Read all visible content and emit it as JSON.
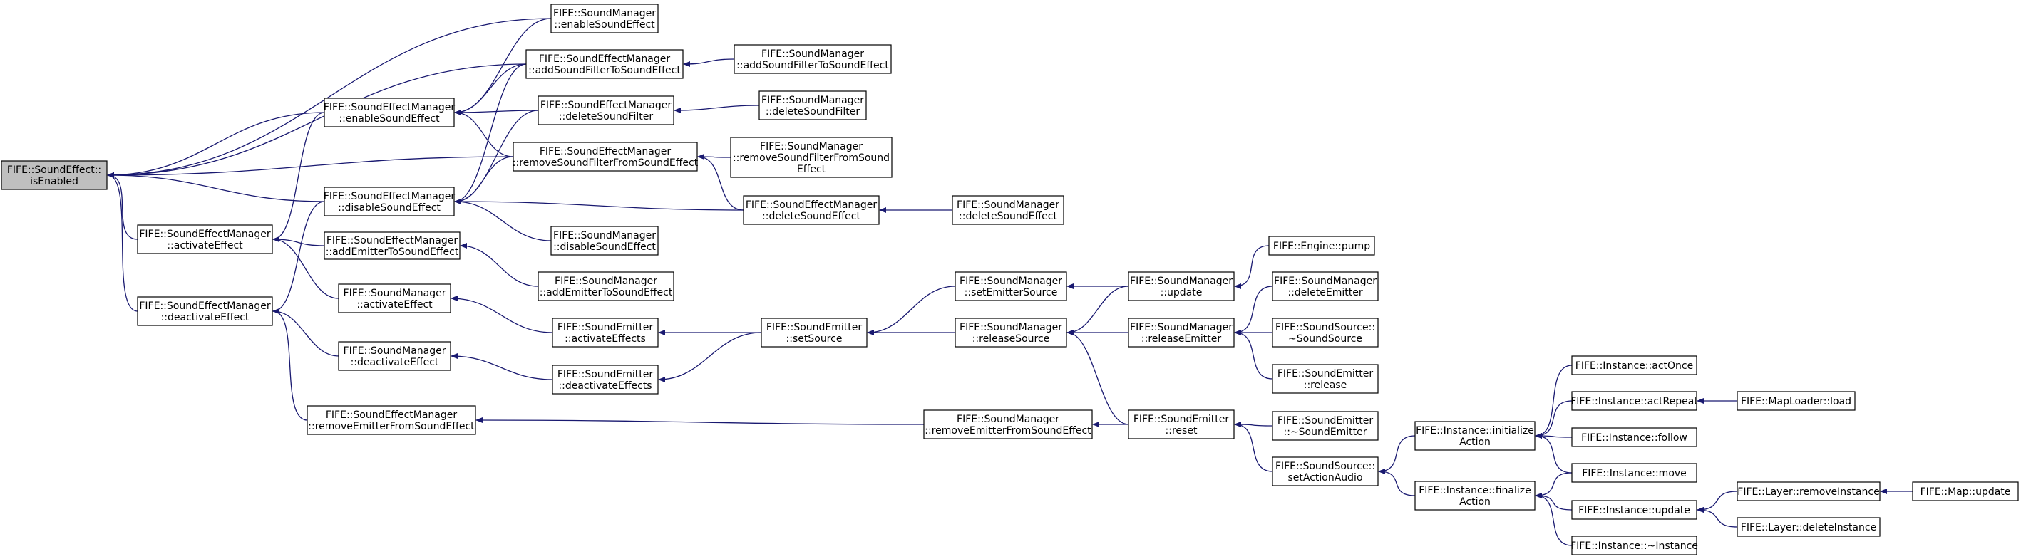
{
  "colors": {
    "edge": "#191970",
    "box_fill": "#ffffff",
    "highlight_fill": "#bfbfbf",
    "text": "#000000"
  },
  "nodes": {
    "isEnabled": {
      "lines": [
        "FIFE::SoundEffect::",
        "isEnabled"
      ],
      "highlight": true
    },
    "sem_enableSoundEffect": {
      "lines": [
        "FIFE::SoundEffectManager",
        "::enableSoundEffect"
      ]
    },
    "sem_disableSoundEffect": {
      "lines": [
        "FIFE::SoundEffectManager",
        "::disableSoundEffect"
      ]
    },
    "sem_activateEffect": {
      "lines": [
        "FIFE::SoundEffectManager",
        "::activateEffect"
      ]
    },
    "sem_deactivateEffect": {
      "lines": [
        "FIFE::SoundEffectManager",
        "::deactivateEffect"
      ]
    },
    "sem_addEmitterToSoundEffect": {
      "lines": [
        "FIFE::SoundEffectManager",
        "::addEmitterToSoundEffect"
      ]
    },
    "sem_removeEmitterFromSoundEffect": {
      "lines": [
        "FIFE::SoundEffectManager",
        "::removeEmitterFromSoundEffect"
      ]
    },
    "sm_activateEffect": {
      "lines": [
        "FIFE::SoundManager",
        "::activateEffect"
      ]
    },
    "sm_deactivateEffect": {
      "lines": [
        "FIFE::SoundManager",
        "::deactivateEffect"
      ]
    },
    "sm_enableSoundEffect": {
      "lines": [
        "FIFE::SoundManager",
        "::enableSoundEffect"
      ]
    },
    "sem_addSoundFilterToSoundEffect": {
      "lines": [
        "FIFE::SoundEffectManager",
        "::addSoundFilterToSoundEffect"
      ]
    },
    "sem_deleteSoundFilter": {
      "lines": [
        "FIFE::SoundEffectManager",
        "::deleteSoundFilter"
      ]
    },
    "sem_removeSoundFilterFromSoundEffect": {
      "lines": [
        "FIFE::SoundEffectManager",
        "::removeSoundFilterFromSoundEffect"
      ]
    },
    "sm_disableSoundEffect": {
      "lines": [
        "FIFE::SoundManager",
        "::disableSoundEffect"
      ]
    },
    "sm_addEmitterToSoundEffect": {
      "lines": [
        "FIFE::SoundManager",
        "::addEmitterToSoundEffect"
      ]
    },
    "se_activateEffects": {
      "lines": [
        "FIFE::SoundEmitter",
        "::activateEffects"
      ]
    },
    "se_deactivateEffects": {
      "lines": [
        "FIFE::SoundEmitter",
        "::deactivateEffects"
      ]
    },
    "sm_addSoundFilterToSoundEffect": {
      "lines": [
        "FIFE::SoundManager",
        "::addSoundFilterToSoundEffect"
      ]
    },
    "sm_deleteSoundFilter": {
      "lines": [
        "FIFE::SoundManager",
        "::deleteSoundFilter"
      ]
    },
    "sm_removeSoundFilterFromSoundEffect": {
      "lines": [
        "FIFE::SoundManager",
        "::removeSoundFilterFromSound",
        "Effect"
      ]
    },
    "sem_deleteSoundEffect": {
      "lines": [
        "FIFE::SoundEffectManager",
        "::deleteSoundEffect"
      ]
    },
    "se_setSource": {
      "lines": [
        "FIFE::SoundEmitter",
        "::setSource"
      ]
    },
    "sm_removeEmitterFromSoundEffect": {
      "lines": [
        "FIFE::SoundManager",
        "::removeEmitterFromSoundEffect"
      ]
    },
    "sm_deleteSoundEffect": {
      "lines": [
        "FIFE::SoundManager",
        "::deleteSoundEffect"
      ]
    },
    "sm_setEmitterSource": {
      "lines": [
        "FIFE::SoundManager",
        "::setEmitterSource"
      ]
    },
    "sm_releaseSource": {
      "lines": [
        "FIFE::SoundManager",
        "::releaseSource"
      ]
    },
    "sm_update": {
      "lines": [
        "FIFE::SoundManager",
        "::update"
      ]
    },
    "sm_releaseEmitter": {
      "lines": [
        "FIFE::SoundManager",
        "::releaseEmitter"
      ]
    },
    "se_reset": {
      "lines": [
        "FIFE::SoundEmitter",
        "::reset"
      ]
    },
    "engine_pump": {
      "lines": [
        "FIFE::Engine::pump"
      ]
    },
    "sm_deleteEmitter": {
      "lines": [
        "FIFE::SoundManager",
        "::deleteEmitter"
      ]
    },
    "ss_dtor": {
      "lines": [
        "FIFE::SoundSource::",
        "~SoundSource"
      ]
    },
    "se_release": {
      "lines": [
        "FIFE::SoundEmitter",
        "::release"
      ]
    },
    "se_dtor": {
      "lines": [
        "FIFE::SoundEmitter",
        "::~SoundEmitter"
      ]
    },
    "ss_setActionAudio": {
      "lines": [
        "FIFE::SoundSource::",
        "setActionAudio"
      ]
    },
    "inst_initializeAction": {
      "lines": [
        "FIFE::Instance::initialize",
        "Action"
      ]
    },
    "inst_finalizeAction": {
      "lines": [
        "FIFE::Instance::finalize",
        "Action"
      ]
    },
    "inst_actOnce": {
      "lines": [
        "FIFE::Instance::actOnce"
      ]
    },
    "inst_actRepeat": {
      "lines": [
        "FIFE::Instance::actRepeat"
      ]
    },
    "inst_follow": {
      "lines": [
        "FIFE::Instance::follow"
      ]
    },
    "inst_move": {
      "lines": [
        "FIFE::Instance::move"
      ]
    },
    "inst_update": {
      "lines": [
        "FIFE::Instance::update"
      ]
    },
    "inst_dtor": {
      "lines": [
        "FIFE::Instance::~Instance"
      ]
    },
    "maploader_load": {
      "lines": [
        "FIFE::MapLoader::load"
      ]
    },
    "layer_removeInstance": {
      "lines": [
        "FIFE::Layer::removeInstance"
      ]
    },
    "layer_deleteInstance": {
      "lines": [
        "FIFE::Layer::deleteInstance"
      ]
    },
    "map_update": {
      "lines": [
        "FIFE::Map::update"
      ]
    }
  },
  "edges": [
    [
      "sem_enableSoundEffect",
      "isEnabled"
    ],
    [
      "sem_disableSoundEffect",
      "isEnabled"
    ],
    [
      "sem_activateEffect",
      "isEnabled"
    ],
    [
      "sem_deactivateEffect",
      "isEnabled"
    ],
    [
      "sm_enableSoundEffect",
      "isEnabled"
    ],
    [
      "sem_addSoundFilterToSoundEffect",
      "isEnabled"
    ],
    [
      "sem_removeSoundFilterFromSoundEffect",
      "isEnabled"
    ],
    [
      "sem_enableSoundEffect",
      "sem_activateEffect"
    ],
    [
      "sem_disableSoundEffect",
      "sem_deactivateEffect"
    ],
    [
      "sem_addEmitterToSoundEffect",
      "sem_activateEffect"
    ],
    [
      "sm_activateEffect",
      "sem_activateEffect"
    ],
    [
      "sm_deactivateEffect",
      "sem_deactivateEffect"
    ],
    [
      "sem_removeEmitterFromSoundEffect",
      "sem_deactivateEffect"
    ],
    [
      "sm_enableSoundEffect",
      "sem_enableSoundEffect"
    ],
    [
      "sem_addSoundFilterToSoundEffect",
      "sem_enableSoundEffect"
    ],
    [
      "sem_deleteSoundFilter",
      "sem_enableSoundEffect"
    ],
    [
      "sem_removeSoundFilterFromSoundEffect",
      "sem_enableSoundEffect"
    ],
    [
      "sem_addSoundFilterToSoundEffect",
      "sem_disableSoundEffect"
    ],
    [
      "sem_deleteSoundFilter",
      "sem_disableSoundEffect"
    ],
    [
      "sem_removeSoundFilterFromSoundEffect",
      "sem_disableSoundEffect"
    ],
    [
      "sem_deleteSoundEffect",
      "sem_disableSoundEffect"
    ],
    [
      "sm_disableSoundEffect",
      "sem_disableSoundEffect"
    ],
    [
      "sm_addSoundFilterToSoundEffect",
      "sem_addSoundFilterToSoundEffect"
    ],
    [
      "sm_deleteSoundFilter",
      "sem_deleteSoundFilter"
    ],
    [
      "sm_removeSoundFilterFromSoundEffect",
      "sem_removeSoundFilterFromSoundEffect"
    ],
    [
      "sem_deleteSoundEffect",
      "sem_removeSoundFilterFromSoundEffect"
    ],
    [
      "sm_deleteSoundEffect",
      "sem_deleteSoundEffect"
    ],
    [
      "sm_addEmitterToSoundEffect",
      "sem_addEmitterToSoundEffect"
    ],
    [
      "se_activateEffects",
      "sm_activateEffect"
    ],
    [
      "se_deactivateEffects",
      "sm_deactivateEffect"
    ],
    [
      "se_setSource",
      "se_activateEffects"
    ],
    [
      "se_setSource",
      "se_deactivateEffects"
    ],
    [
      "sm_setEmitterSource",
      "se_setSource"
    ],
    [
      "sm_releaseSource",
      "se_setSource"
    ],
    [
      "sm_removeEmitterFromSoundEffect",
      "sem_removeEmitterFromSoundEffect"
    ],
    [
      "se_reset",
      "sm_removeEmitterFromSoundEffect"
    ],
    [
      "sm_update",
      "sm_setEmitterSource"
    ],
    [
      "sm_update",
      "sm_releaseSource"
    ],
    [
      "sm_releaseEmitter",
      "sm_releaseSource"
    ],
    [
      "se_reset",
      "sm_releaseSource"
    ],
    [
      "engine_pump",
      "sm_update"
    ],
    [
      "sm_deleteEmitter",
      "sm_releaseEmitter"
    ],
    [
      "ss_dtor",
      "sm_releaseEmitter"
    ],
    [
      "se_release",
      "sm_releaseEmitter"
    ],
    [
      "se_dtor",
      "se_reset"
    ],
    [
      "ss_setActionAudio",
      "se_reset"
    ],
    [
      "inst_initializeAction",
      "ss_setActionAudio"
    ],
    [
      "inst_finalizeAction",
      "ss_setActionAudio"
    ],
    [
      "inst_actOnce",
      "inst_initializeAction"
    ],
    [
      "inst_actRepeat",
      "inst_initializeAction"
    ],
    [
      "inst_follow",
      "inst_initializeAction"
    ],
    [
      "inst_move",
      "inst_initializeAction"
    ],
    [
      "inst_move",
      "inst_finalizeAction"
    ],
    [
      "inst_update",
      "inst_finalizeAction"
    ],
    [
      "inst_dtor",
      "inst_finalizeAction"
    ],
    [
      "maploader_load",
      "inst_actRepeat"
    ],
    [
      "layer_removeInstance",
      "inst_update"
    ],
    [
      "layer_deleteInstance",
      "inst_update"
    ],
    [
      "map_update",
      "layer_removeInstance"
    ]
  ]
}
